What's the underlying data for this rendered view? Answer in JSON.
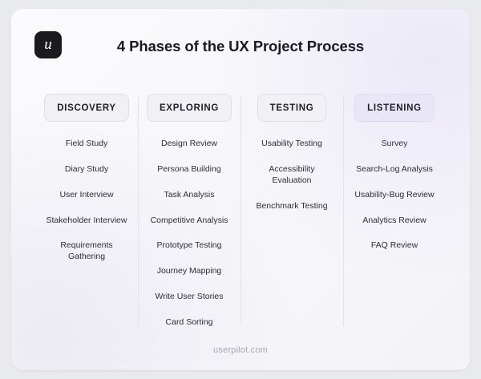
{
  "brand": {
    "logo_glyph": "u",
    "logo_bg": "#1b1b1f",
    "footer": "userpilot.com"
  },
  "header": {
    "title": "4 Phases of the UX Project Process"
  },
  "colors": {
    "chip_bg": "#f0f0f5",
    "chip_accent_bg": "#e9e7f6",
    "text": "#191a23",
    "divider": "#e3e2e9"
  },
  "columns": [
    {
      "phase": "DISCOVERY",
      "items": [
        "Field Study",
        "Diary Study",
        "User Interview",
        "Stakeholder Interview",
        "Requirements Gathering"
      ]
    },
    {
      "phase": "EXPLORING",
      "items": [
        "Design Review",
        "Persona Building",
        "Task Analysis",
        "Competitive Analysis",
        "Prototype Testing",
        "Journey Mapping",
        "Write User Stories",
        "Card Sorting"
      ]
    },
    {
      "phase": "TESTING",
      "items": [
        "Usability Testing",
        "Accessibility Evaluation",
        "Benchmark Testing"
      ]
    },
    {
      "phase": "LISTENING",
      "items": [
        "Survey",
        "Search-Log Analysis",
        "Usability-Bug Review",
        "Analytics Review",
        "FAQ Review"
      ]
    }
  ]
}
